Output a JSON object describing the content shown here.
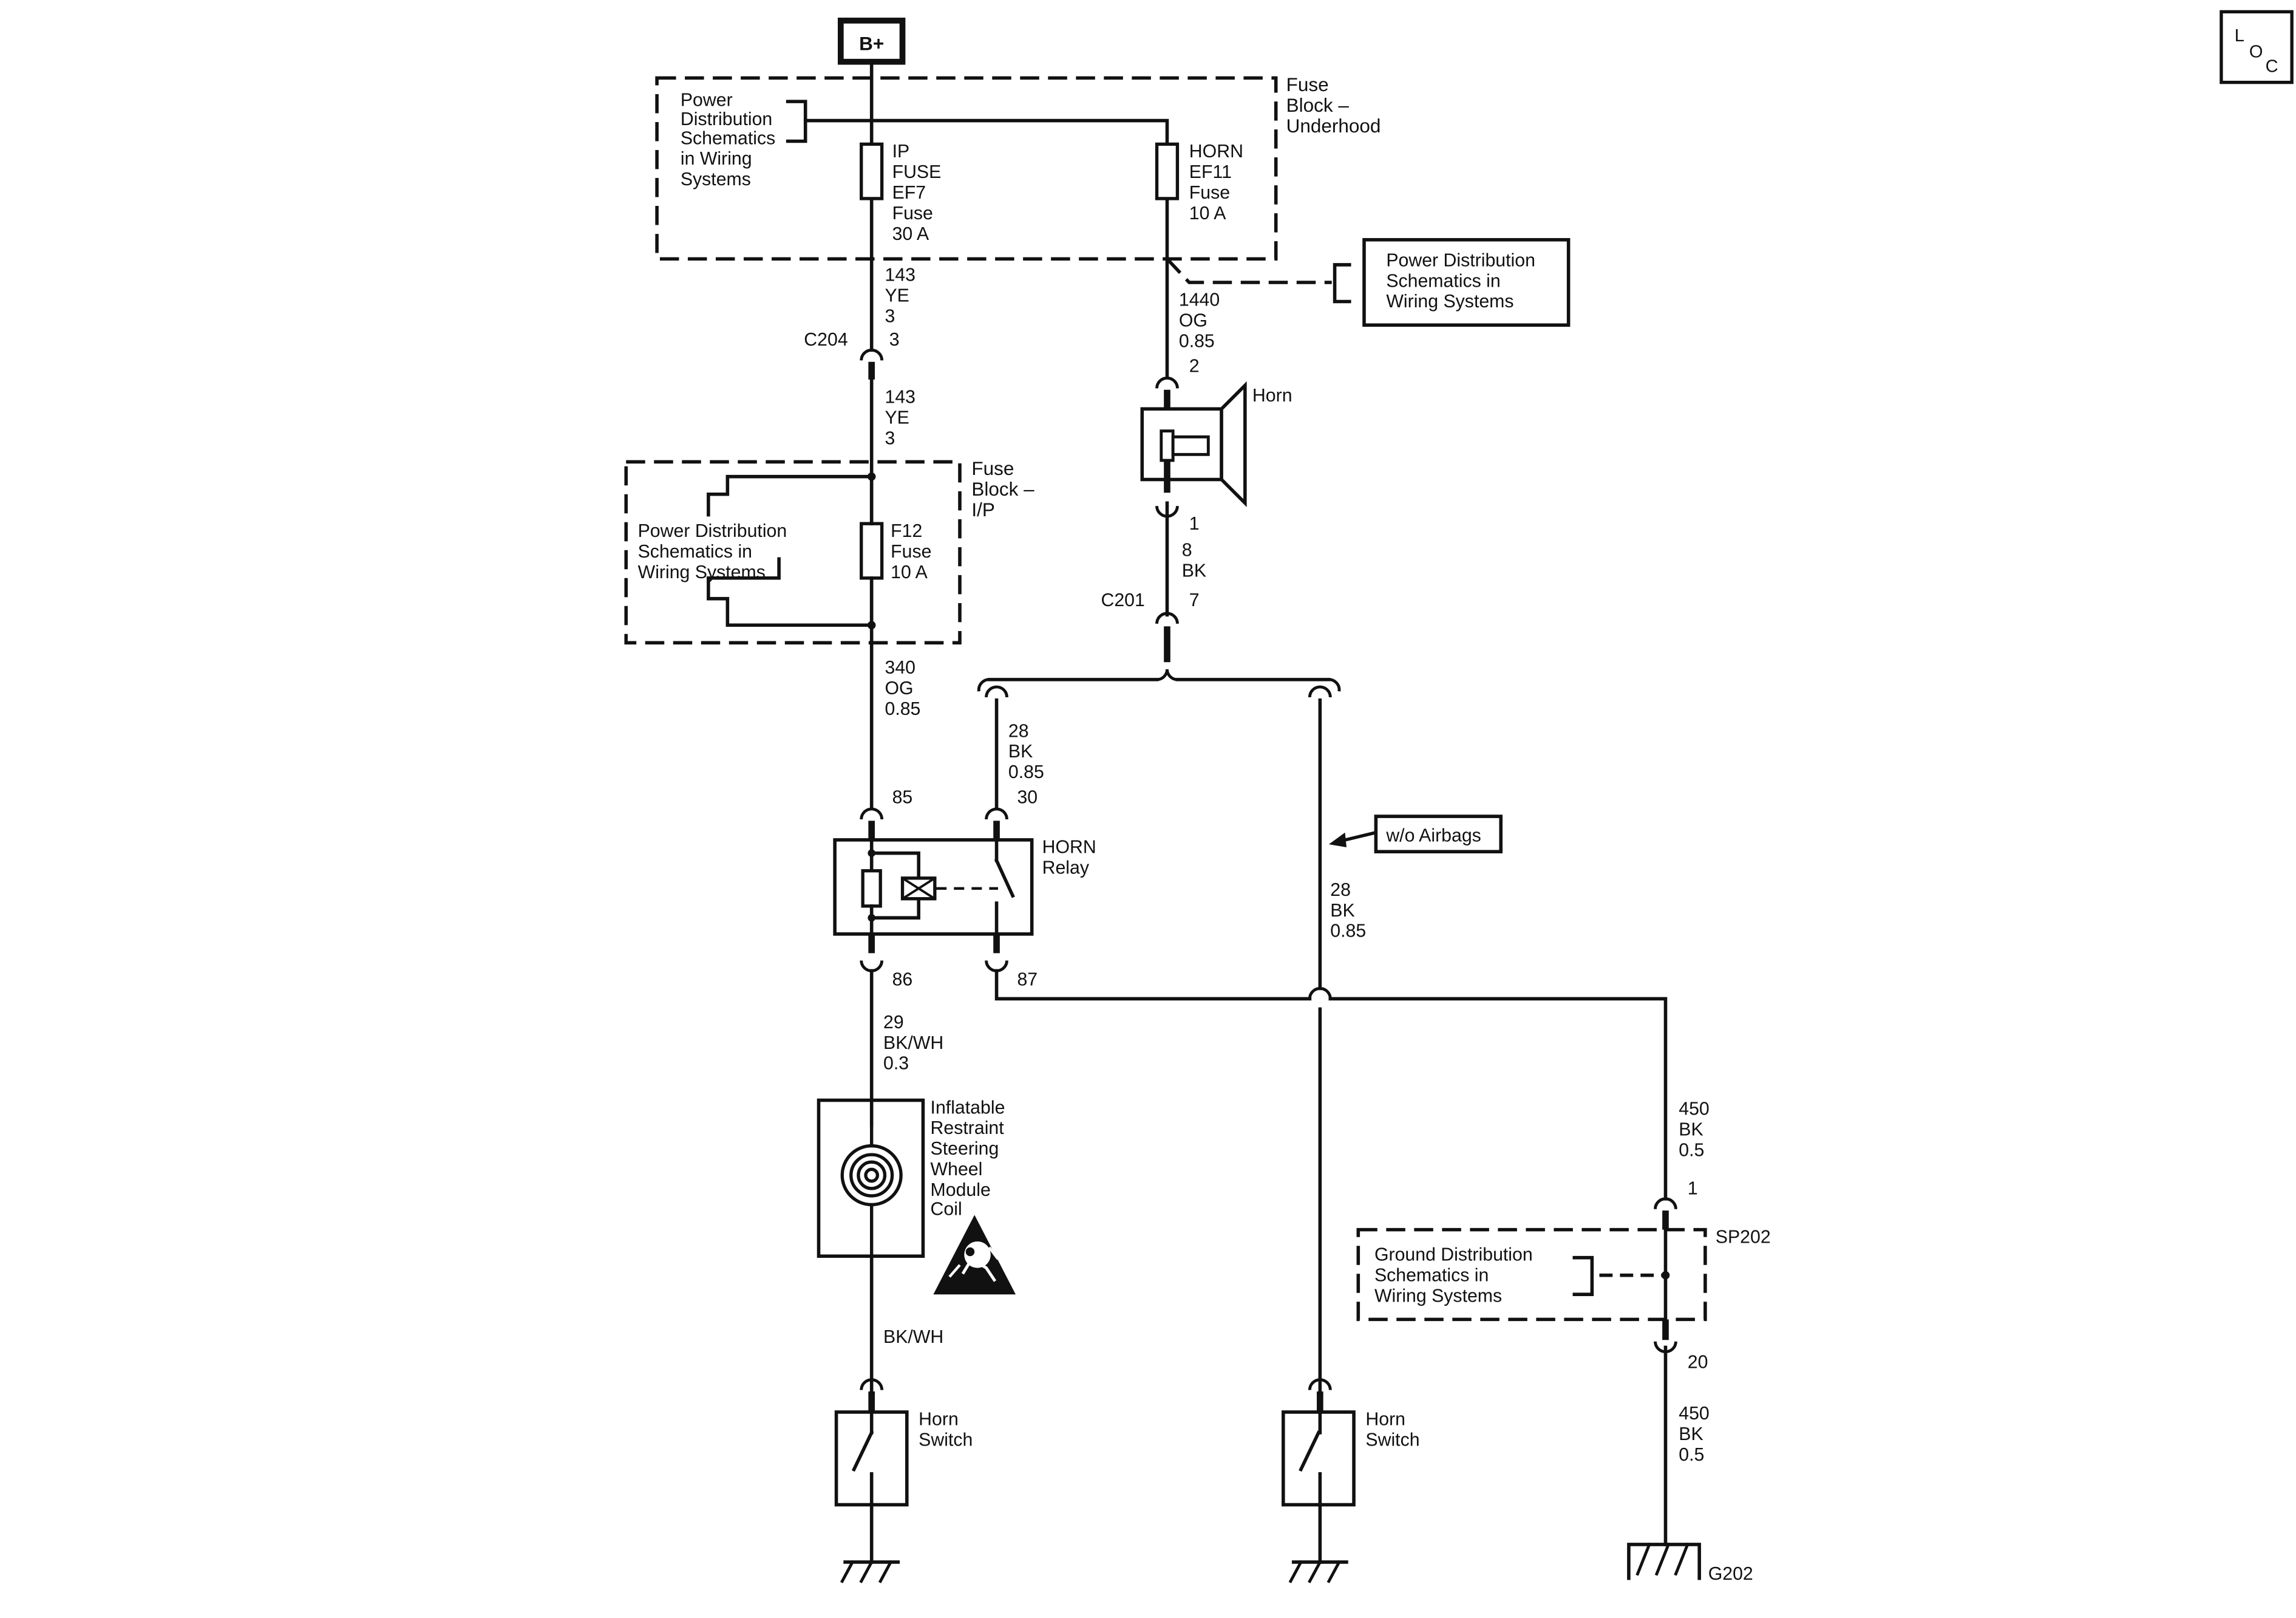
{
  "battery": {
    "label": "B+"
  },
  "loc_icon": {
    "letters": [
      "L",
      "O",
      "C"
    ]
  },
  "fuse_block_underhood": {
    "title": [
      "Fuse",
      "Block –",
      "Underhood"
    ],
    "power_ref": [
      "Power",
      "Distribution",
      "Schematics",
      "in Wiring",
      "Systems"
    ],
    "fuse_ip": [
      "IP",
      "FUSE",
      "EF7",
      "Fuse",
      "30 A"
    ],
    "fuse_horn": [
      "HORN",
      "EF11",
      "Fuse",
      "10 A"
    ]
  },
  "power_ref_box": [
    "Power Distribution",
    "Schematics in",
    "Wiring Systems"
  ],
  "wires": {
    "w143_top": [
      "143",
      "YE",
      "3"
    ],
    "w143_bottom": [
      "143",
      "YE",
      "3"
    ],
    "w1440": [
      "1440",
      "OG",
      "0.85"
    ],
    "w340": [
      "340",
      "OG",
      "0.85"
    ],
    "w8": [
      "8",
      "BK"
    ],
    "w28_relay": [
      "28",
      "BK",
      "0.85"
    ],
    "w28_right": [
      "28",
      "BK",
      "0.85"
    ],
    "w29": [
      "29",
      "BK/WH",
      "0.3"
    ],
    "w_bkwh": [
      "BK/WH"
    ],
    "w450_top": [
      "450",
      "BK",
      "0.5"
    ],
    "w450_bottom": [
      "450",
      "BK",
      "0.5"
    ]
  },
  "connectors": {
    "c204": {
      "name": "C204",
      "pin": "3"
    },
    "c201": {
      "name": "C201",
      "pin": "7"
    },
    "horn_pin2": "2",
    "horn_pin1": "1"
  },
  "horn": {
    "label": "Horn"
  },
  "fuse_block_ip": {
    "title": [
      "Fuse",
      "Block –",
      "I/P"
    ],
    "power_ref": [
      "Power Distribution",
      "Schematics in",
      "Wiring Systems"
    ],
    "fuse": [
      "F12",
      "Fuse",
      "10 A"
    ]
  },
  "relay": {
    "label": [
      "HORN",
      "Relay"
    ],
    "pins": {
      "p85": "85",
      "p30": "30",
      "p86": "86",
      "p87": "87"
    }
  },
  "airbag_note": {
    "label": "w/o Airbags"
  },
  "coil": {
    "label": [
      "Inflatable",
      "Restraint",
      "Steering",
      "Wheel",
      "Module",
      "Coil"
    ]
  },
  "horn_switch_left": {
    "label": [
      "Horn",
      "Switch"
    ]
  },
  "horn_switch_right": {
    "label": [
      "Horn",
      "Switch"
    ]
  },
  "splice": {
    "name": "SP202",
    "pin_top": "1",
    "pin_bottom": "20",
    "ground_ref": [
      "Ground Distribution",
      "Schematics in",
      "Wiring Systems"
    ]
  },
  "ground": {
    "name": "G202"
  }
}
